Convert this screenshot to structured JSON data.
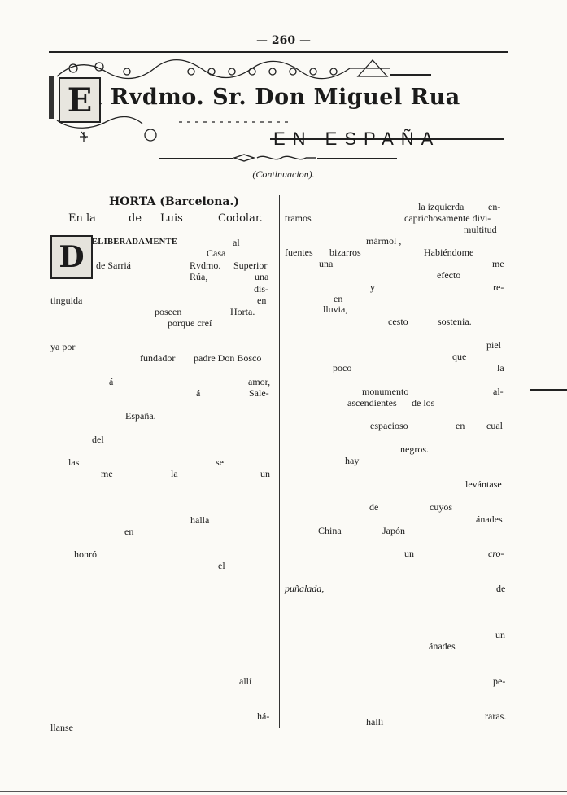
{
  "page_number": "— 260 —",
  "title": "El Rvdmo. Sr. Don Miguel Rua",
  "title_drop_letter": "E",
  "subtitle": "EN ESPAÑA",
  "continuation": "(Continuacion).",
  "left_column": {
    "heading": "HORTA (Barcelona.)",
    "subheading": [
      "En la",
      "de",
      "Luis",
      "Codolar."
    ],
    "drop_cap": "D",
    "words": {
      "w1": "ELIBERADAMENTE",
      "w2": "al",
      "w3": "Casa",
      "w4": "de Sarriá",
      "w5": "Rvdmo.",
      "w6": "Superior",
      "w7": "Rúa,",
      "w8": "una",
      "w9": "dis-",
      "w10": "tinguida",
      "w11": "en",
      "w12": "poseen",
      "w13": "Horta.",
      "w14": "porque creí",
      "w15": "ya por",
      "w16": "fundador",
      "w17": "padre Don Bosco",
      "w18": "á",
      "w19": "amor,",
      "w20": "á",
      "w21": "Sale-",
      "w22": "España.",
      "w23": "del",
      "w24": "las",
      "w25": "se",
      "w26": "me",
      "w27": "la",
      "w28": "un",
      "w29": "halla",
      "w30": "en",
      "w31": "honró",
      "w32": "el",
      "w33": "allí",
      "w34": "há-",
      "w35": "llanse"
    }
  },
  "right_column": {
    "words": {
      "r1": "la izquierda",
      "r2": "en-",
      "r3": "tramos",
      "r4": "caprichosamente divi-",
      "r5": "multitud",
      "r6": "mármol ,",
      "r7": "fuentes",
      "r8": "bizarros",
      "r9": "Habiéndome",
      "r10": "una",
      "r11": "me",
      "r12": "efecto",
      "r13": "y",
      "r14": "re-",
      "r15": "en",
      "r16": "lluvia,",
      "r17": "cesto",
      "r18": "sostenia.",
      "r19": "piel",
      "r20": "que",
      "r21": "poco",
      "r22": "la",
      "r23": "monumento",
      "r24": "al-",
      "r25": "ascendientes",
      "r26": "de los",
      "r27": "espacioso",
      "r28": "en",
      "r29": "cual",
      "r30": "negros.",
      "r31": "hay",
      "r32": "levántase",
      "r33": "de",
      "r34": "cuyos",
      "r35": "ánades",
      "r36": "China",
      "r37": "Japón",
      "r38": "un",
      "r39": "cro-",
      "r40": "puñalada,",
      "r41": "de",
      "r42": "un",
      "r43": "ánades",
      "r44": "pe-",
      "r45": "raras.",
      "r46": "hallí"
    }
  }
}
